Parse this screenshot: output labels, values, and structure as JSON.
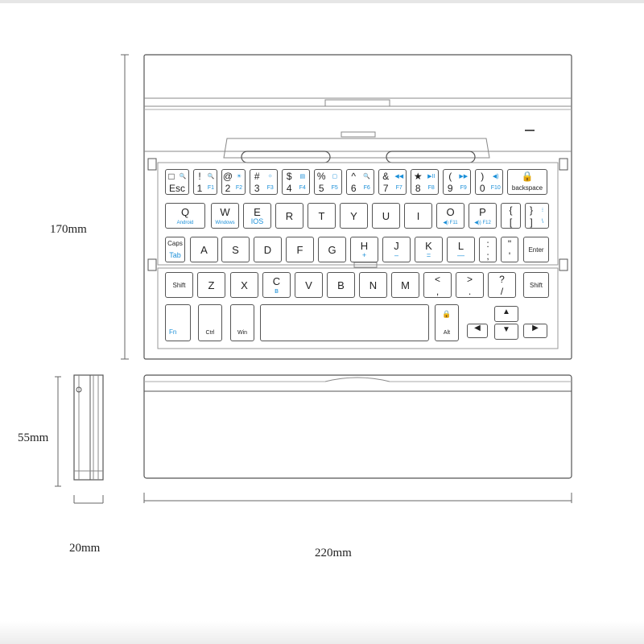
{
  "dimensions": {
    "height_label": "170mm",
    "depth_label": "55mm",
    "thickness_label": "20mm",
    "width_label": "220mm"
  },
  "colors": {
    "line": "#555555",
    "accent_blue": "#1a8fd8",
    "light_line": "#aaaaaa"
  },
  "keys": {
    "row1": [
      {
        "top": "□",
        "top_fn": "🔍",
        "bottom": "Esc"
      },
      {
        "top": "!",
        "top_fn": "🔍",
        "bottom": "1",
        "bottom_fn": "F1"
      },
      {
        "top": "@",
        "top_fn": "☀",
        "bottom": "2",
        "bottom_fn": "F2"
      },
      {
        "top": "#",
        "top_fn": "☼",
        "bottom": "3",
        "bottom_fn": "F3"
      },
      {
        "top": "$",
        "top_fn": "▤",
        "bottom": "4",
        "bottom_fn": "F4"
      },
      {
        "top": "%",
        "top_fn": "▢",
        "bottom": "5",
        "bottom_fn": "F5"
      },
      {
        "top": "^",
        "top_fn": "🔍",
        "bottom": "6",
        "bottom_fn": "F6"
      },
      {
        "top": "&",
        "top_fn": "◀◀",
        "bottom": "7",
        "bottom_fn": "F7"
      },
      {
        "top": "★",
        "top_fn": "▶II",
        "bottom": "8",
        "bottom_fn": "F8"
      },
      {
        "top": "(",
        "top_fn": "▶▶",
        "bottom": "9",
        "bottom_fn": "F9"
      },
      {
        "top": ")",
        "top_fn": "◀)",
        "bottom": "0",
        "bottom_fn": "F10"
      },
      {
        "top": "🔒",
        "bottom": "backspace"
      }
    ],
    "row2": [
      {
        "main": "Q",
        "sub": "Android"
      },
      {
        "main": "W",
        "sub": "Windows"
      },
      {
        "main": "E",
        "sub": "IOS"
      },
      {
        "main": "R"
      },
      {
        "main": "T"
      },
      {
        "main": "Y"
      },
      {
        "main": "U"
      },
      {
        "main": "I"
      },
      {
        "main": "O",
        "sub": "◀) F11"
      },
      {
        "main": "P",
        "sub": "◀)) F12"
      },
      {
        "top": "{",
        "bottom": "["
      },
      {
        "top": "}",
        "top_fn": "⁝",
        "bottom": "]",
        "bottom_fn": "\\"
      }
    ],
    "row3": [
      {
        "main": "Caps",
        "sub": "Tab"
      },
      {
        "main": "A"
      },
      {
        "main": "S"
      },
      {
        "main": "D"
      },
      {
        "main": "F"
      },
      {
        "main": "G"
      },
      {
        "main": "H",
        "sub": "+"
      },
      {
        "main": "J",
        "sub": "–"
      },
      {
        "main": "K",
        "sub": "="
      },
      {
        "main": "L",
        "sub": "—"
      },
      {
        "top": ":",
        "bottom": ";"
      },
      {
        "top": "\"",
        "bottom": "'"
      },
      {
        "main": "Enter"
      }
    ],
    "row4": [
      {
        "main": "Shift"
      },
      {
        "main": "Z"
      },
      {
        "main": "X"
      },
      {
        "main": "C",
        "sub": "ʙ"
      },
      {
        "main": "V"
      },
      {
        "main": "B"
      },
      {
        "main": "N"
      },
      {
        "main": "M"
      },
      {
        "top": "<",
        "bottom": ","
      },
      {
        "top": ">",
        "bottom": "."
      },
      {
        "top": "?",
        "bottom": "/"
      },
      {
        "main": "Shift"
      }
    ],
    "row5": [
      {
        "main": "Fn"
      },
      {
        "main": "Ctrl"
      },
      {
        "main": "Win"
      },
      {
        "main": ""
      },
      {
        "top": "🔒",
        "main": "Alt"
      },
      {
        "main": "▲"
      },
      {
        "main": "◀"
      },
      {
        "main": "▼"
      },
      {
        "main": "▶"
      }
    ]
  }
}
